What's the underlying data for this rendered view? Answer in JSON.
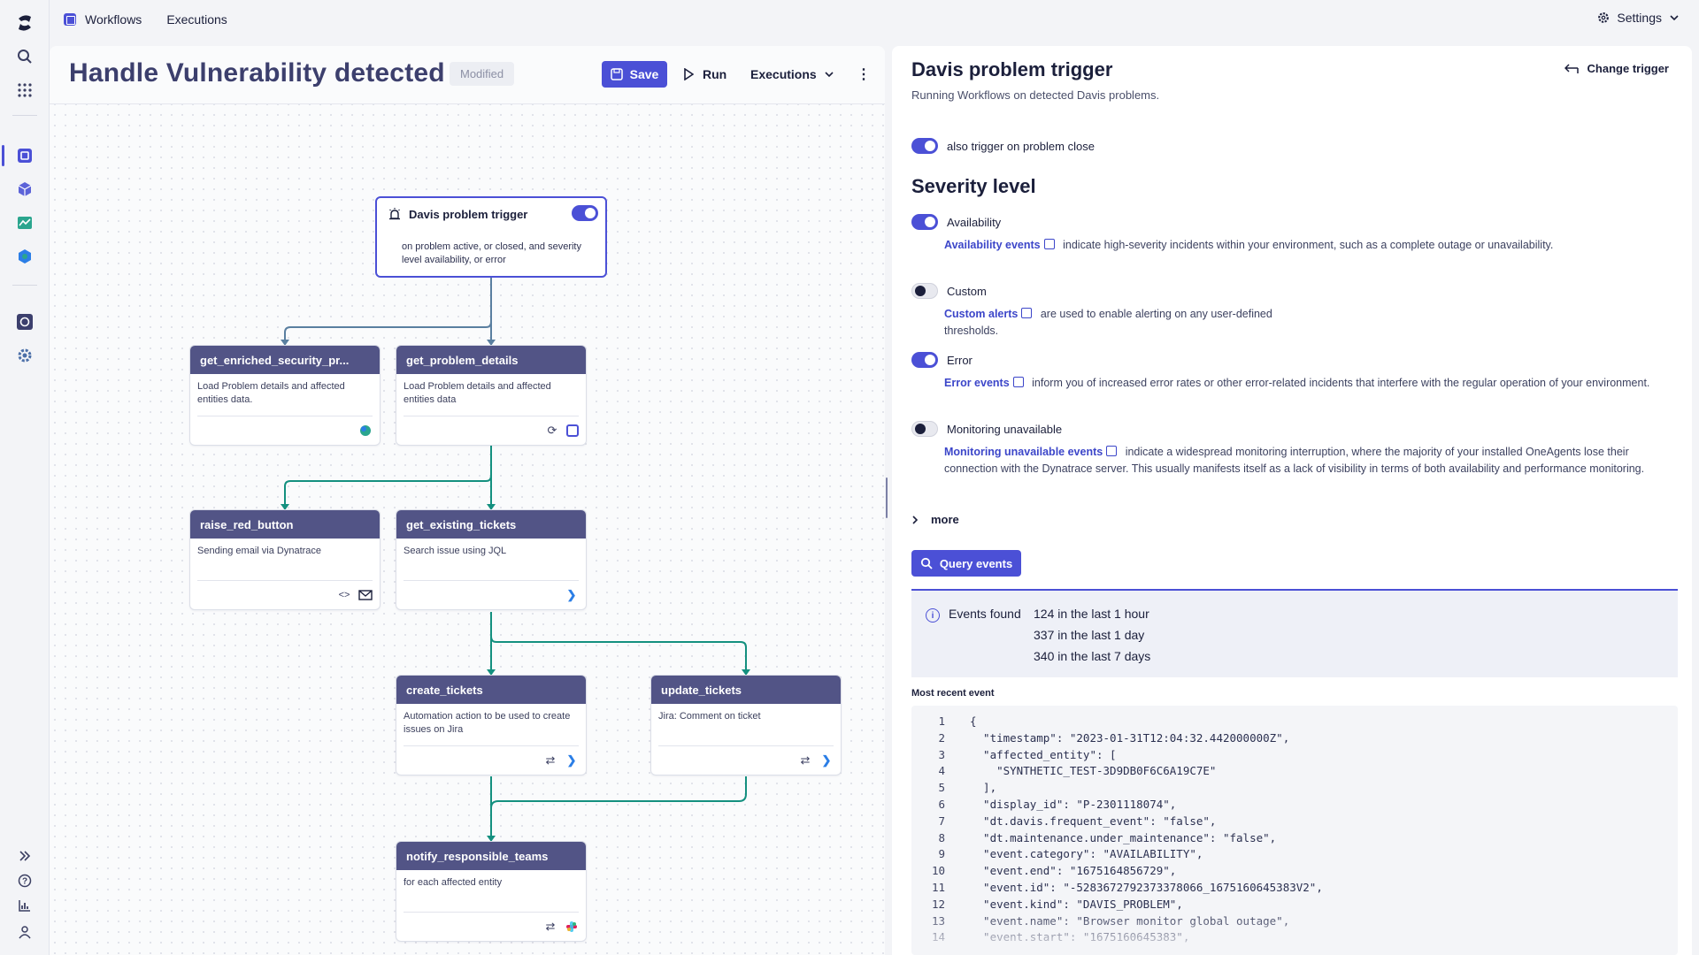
{
  "topbar": {
    "app_name": "Workflows",
    "nav_executions": "Executions",
    "settings": "Settings"
  },
  "workflow": {
    "title": "Handle Vulnerability detected",
    "status": "Modified",
    "save": "Save",
    "run": "Run",
    "executions": "Executions",
    "more": "⋮"
  },
  "trigger_node": {
    "title": "Davis problem trigger",
    "description": "on problem active, or closed, and severity level availability, or error"
  },
  "nodes": [
    {
      "name": "get_enriched_security_pr...",
      "desc": "Load Problem details and affected entities data."
    },
    {
      "name": "get_problem_details",
      "desc": "Load Problem details and affected entities data"
    },
    {
      "name": "raise_red_button",
      "desc": "Sending email via Dynatrace"
    },
    {
      "name": "get_existing_tickets",
      "desc": "Search issue using JQL"
    },
    {
      "name": "create_tickets",
      "desc": "Automation action to be used to create issues on Jira"
    },
    {
      "name": "update_tickets",
      "desc": "Jira: Comment on ticket"
    },
    {
      "name": "notify_responsible_teams",
      "desc": "for each affected entity"
    }
  ],
  "panel": {
    "title": "Davis problem trigger",
    "subtitle": "Running Workflows on detected Davis problems.",
    "change_trigger": "Change trigger",
    "close_toggle_label": "also trigger on problem close",
    "severity_title": "Severity level",
    "severities": [
      {
        "label": "Availability",
        "on": true,
        "link": "Availability events",
        "text": "indicate high-severity incidents within your environment, such as a complete outage or unavailability."
      },
      {
        "label": "Custom",
        "on": false,
        "link": "Custom alerts",
        "text": "are used to enable alerting on any user-defined thresholds."
      },
      {
        "label": "Error",
        "on": true,
        "link": "Error events",
        "text": "inform you of increased error rates or other error-related incidents that interfere with the regular operation of your environment."
      },
      {
        "label": "Monitoring unavailable",
        "on": false,
        "link": "Monitoring unavailable events",
        "text": "indicate a widespread monitoring interruption, where the majority of your installed OneAgents lose their connection with the Dynatrace server. This usually manifests itself as a lack of visibility in terms of both availability and performance monitoring."
      }
    ],
    "more": "more",
    "query_button": "Query events",
    "events_found_label": "Events found",
    "events_found": [
      "124 in the last 1 hour",
      "337 in the last 1 day",
      "340 in the last 7 days"
    ],
    "recent_label": "Most recent event",
    "code_lines": [
      "{",
      "  \"timestamp\": \"2023-01-31T12:04:32.442000000Z\",",
      "  \"affected_entity\": [",
      "    \"SYNTHETIC_TEST-3D9DB0F6C6A19C7E\"",
      "  ],",
      "  \"display_id\": \"P-2301118074\",",
      "  \"dt.davis.frequent_event\": \"false\",",
      "  \"dt.maintenance.under_maintenance\": \"false\",",
      "  \"event.category\": \"AVAILABILITY\",",
      "  \"event.end\": \"1675164856729\",",
      "  \"event.id\": \"-5283672792373378066_1675160645383V2\",",
      "  \"event.kind\": \"DAVIS_PROBLEM\",",
      "  \"event.name\": \"Browser monitor global outage\",",
      "  \"event.start\": \"1675160645383\","
    ]
  },
  "colors": {
    "accent": "#4b50d6",
    "node_header": "#525486",
    "edge": "#14907f",
    "edge_top": "#5a7fa0"
  }
}
